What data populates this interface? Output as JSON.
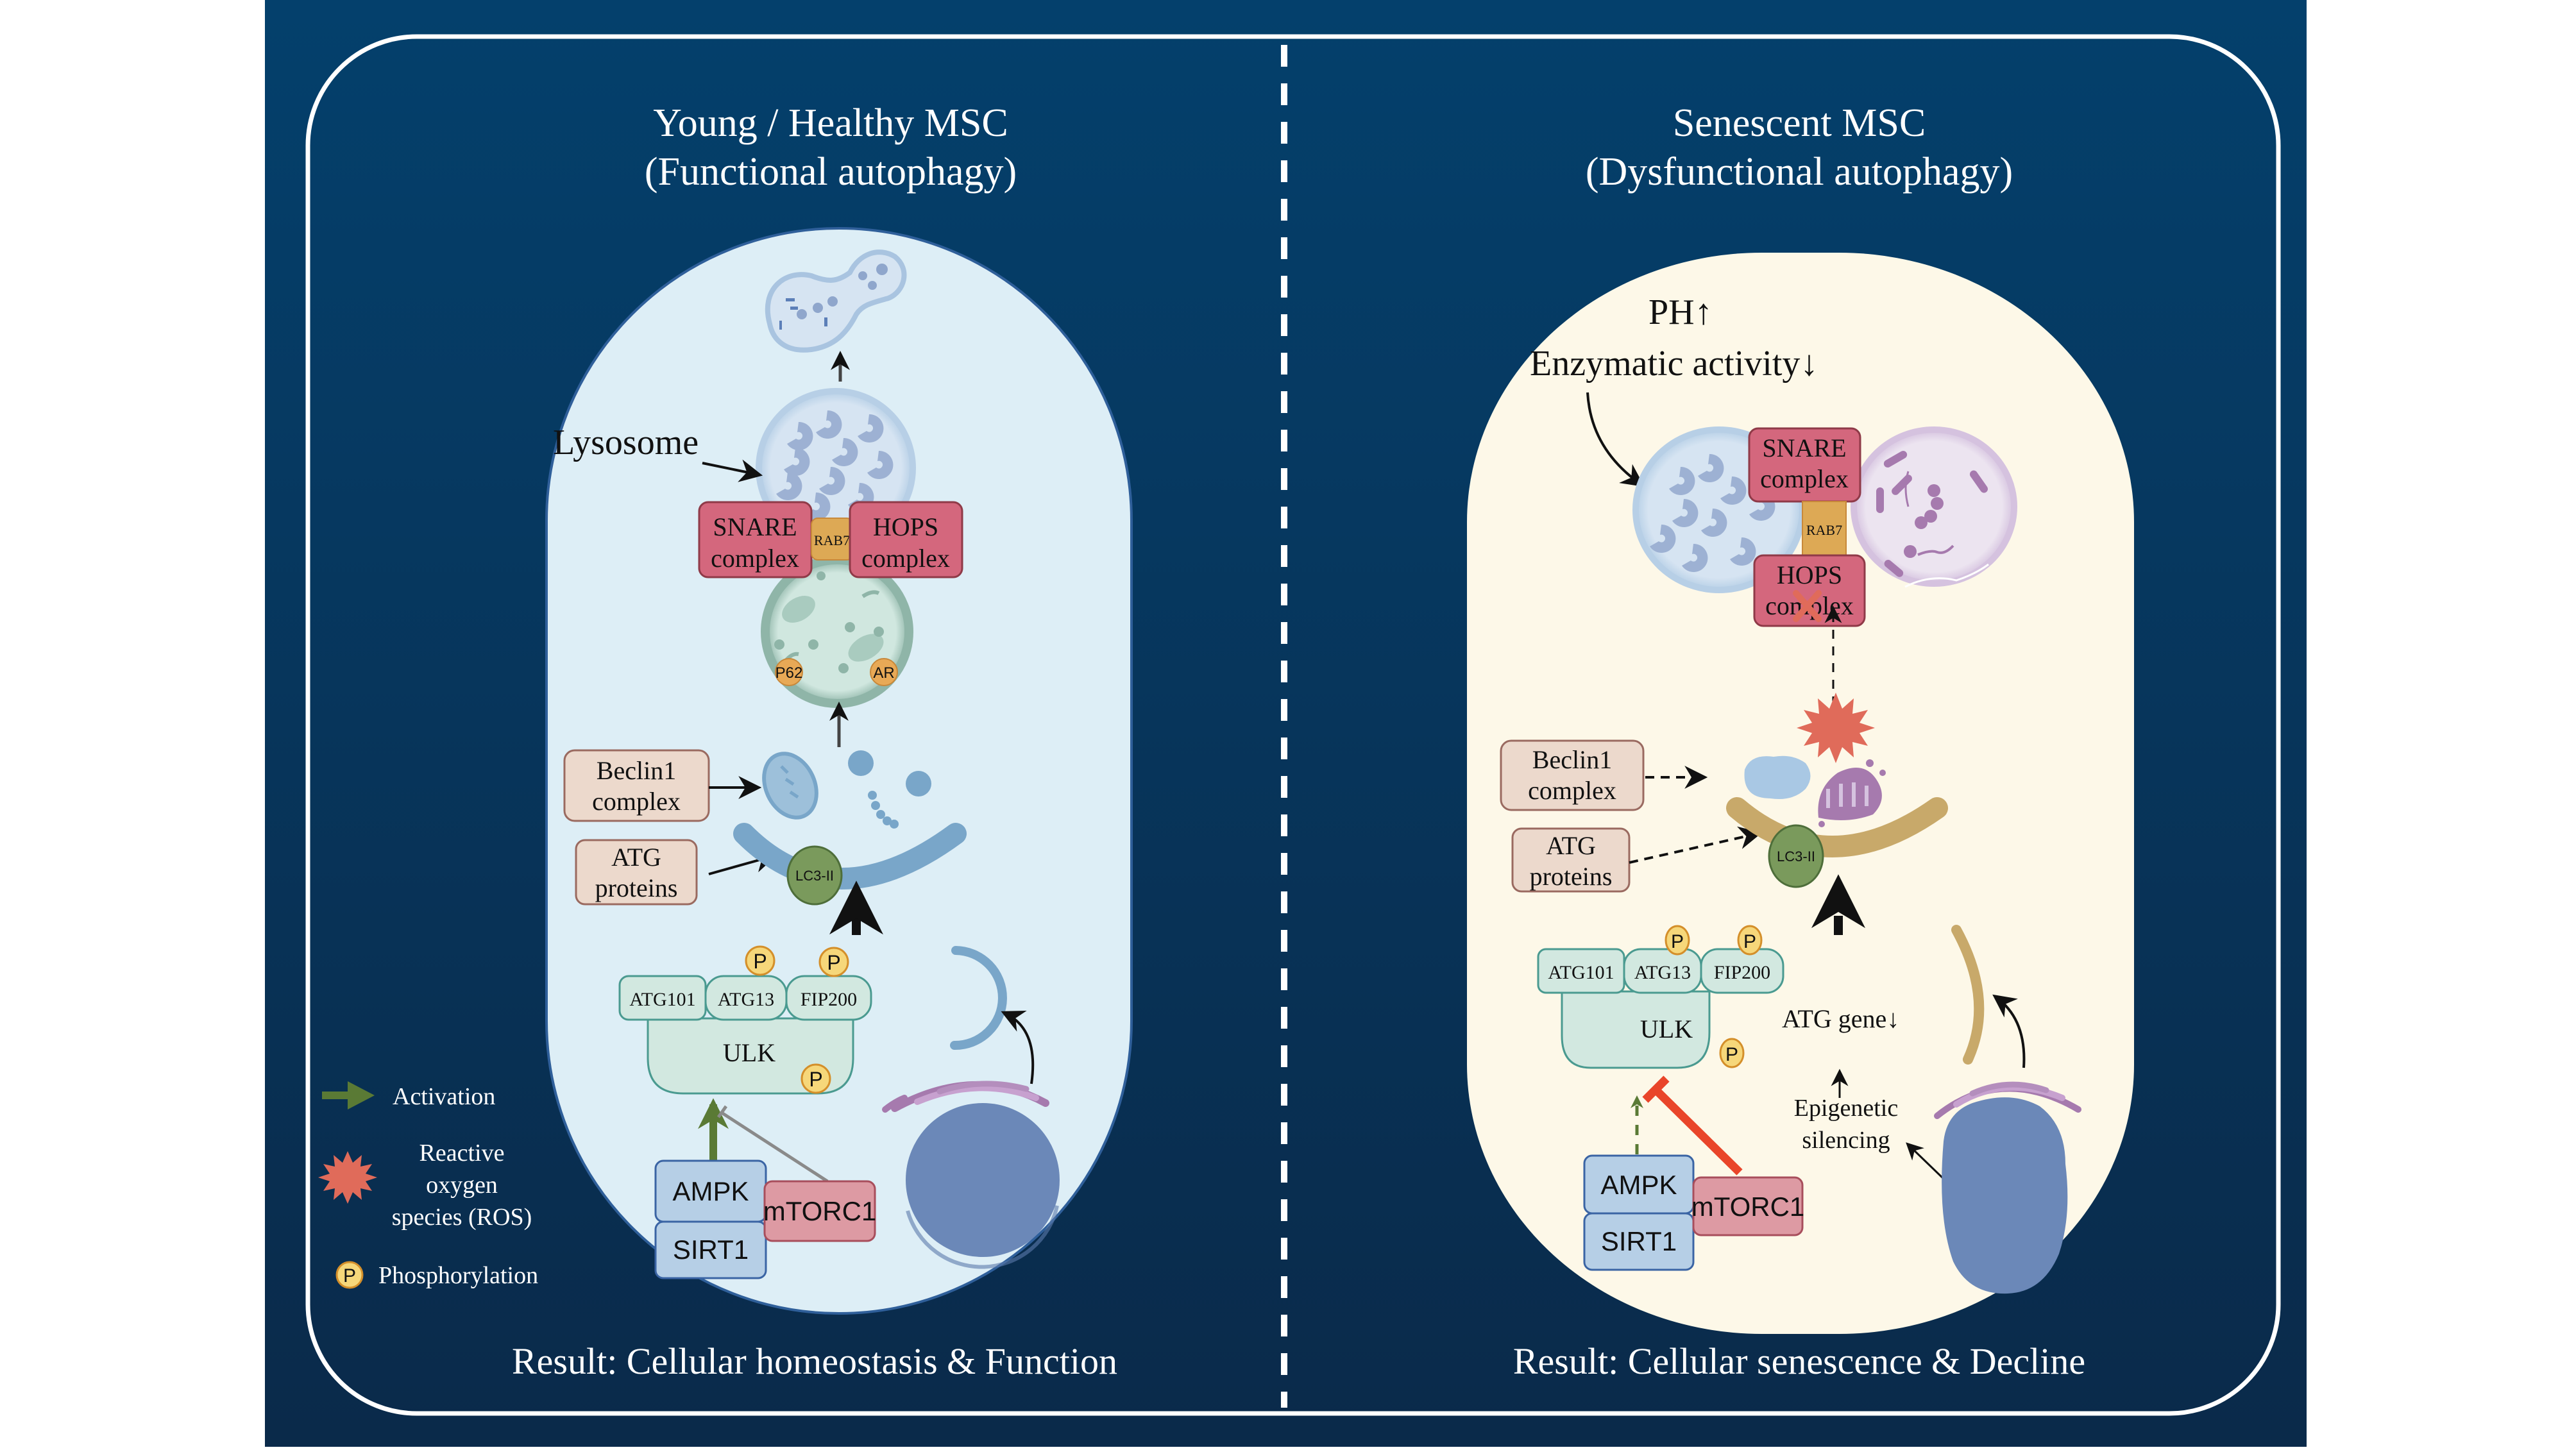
{
  "colors": {
    "panel_top": "#04406c",
    "panel_bottom": "#0a2a4a",
    "healthy_cell_fill": "#ddeef6",
    "senescent_cell_fill": "#fdf8e8",
    "complex_red": "#d4677d",
    "rab7_orange": "#dda955",
    "protein_beige": "#ecd9cc",
    "ulk_green": "#d2e8e0",
    "ampk_blue": "#b6cfe6",
    "mtorc1_pink": "#dd9aa3",
    "activation_green": "#5a7a35",
    "inhibition_red": "#e9452a",
    "ros_red": "#e06b5a",
    "phospho_yellow": "#f6d77a",
    "lc3_green": "#7a9a5c",
    "nucleus_blue": "#6b88b8",
    "golgi_purple": "#a67aae"
  },
  "panels": {
    "healthy": {
      "title_line1": "Young / Healthy MSC",
      "title_line2": "(Functional autophagy)",
      "lysosome_label": "Lysosome",
      "snare_line1": "SNARE",
      "snare_line2": "complex",
      "hops_line1": "HOPS",
      "hops_line2": "complex",
      "rab7": "RAB7",
      "p62": "P62",
      "ar": "AR",
      "beclin_line1": "Beclin1",
      "beclin_line2": "complex",
      "atg_line1": "ATG",
      "atg_line2": "proteins",
      "lc3": "LC3-II",
      "atg101": "ATG101",
      "atg13": "ATG13",
      "fip200": "FIP200",
      "ulk": "ULK",
      "phospho": "P",
      "ampk": "AMPK",
      "sirt1": "SIRT1",
      "mtorc1": "mTORC1",
      "result": "Result: Cellular homeostasis & Function"
    },
    "senescent": {
      "title_line1": "Senescent MSC",
      "title_line2": "(Dysfunctional autophagy)",
      "ph_label": "PH↑",
      "enzymatic_label": "Enzymatic activity↓",
      "snare_line1": "SNARE",
      "snare_line2": "complex",
      "hops_line1": "HOPS",
      "hops_line2": "complex",
      "rab7": "RAB7",
      "beclin_line1": "Beclin1",
      "beclin_line2": "complex",
      "atg_line1": "ATG",
      "atg_line2": "proteins",
      "lc3": "LC3-II",
      "atg101": "ATG101",
      "atg13": "ATG13",
      "fip200": "FIP200",
      "ulk": "ULK",
      "phospho": "P",
      "atg_gene": "ATG gene↓",
      "epigenetic_line1": "Epigenetic",
      "epigenetic_line2": "silencing",
      "ampk": "AMPK",
      "sirt1": "SIRT1",
      "mtorc1": "mTORC1",
      "result": "Result: Cellular senescence  & Decline"
    }
  },
  "legend": {
    "activation": "Activation",
    "ros_line1": "Reactive",
    "ros_line2": "oxygen",
    "ros_line3": "species (ROS)",
    "phospho_symbol": "P",
    "phosphorylation": "Phosphorylation"
  }
}
